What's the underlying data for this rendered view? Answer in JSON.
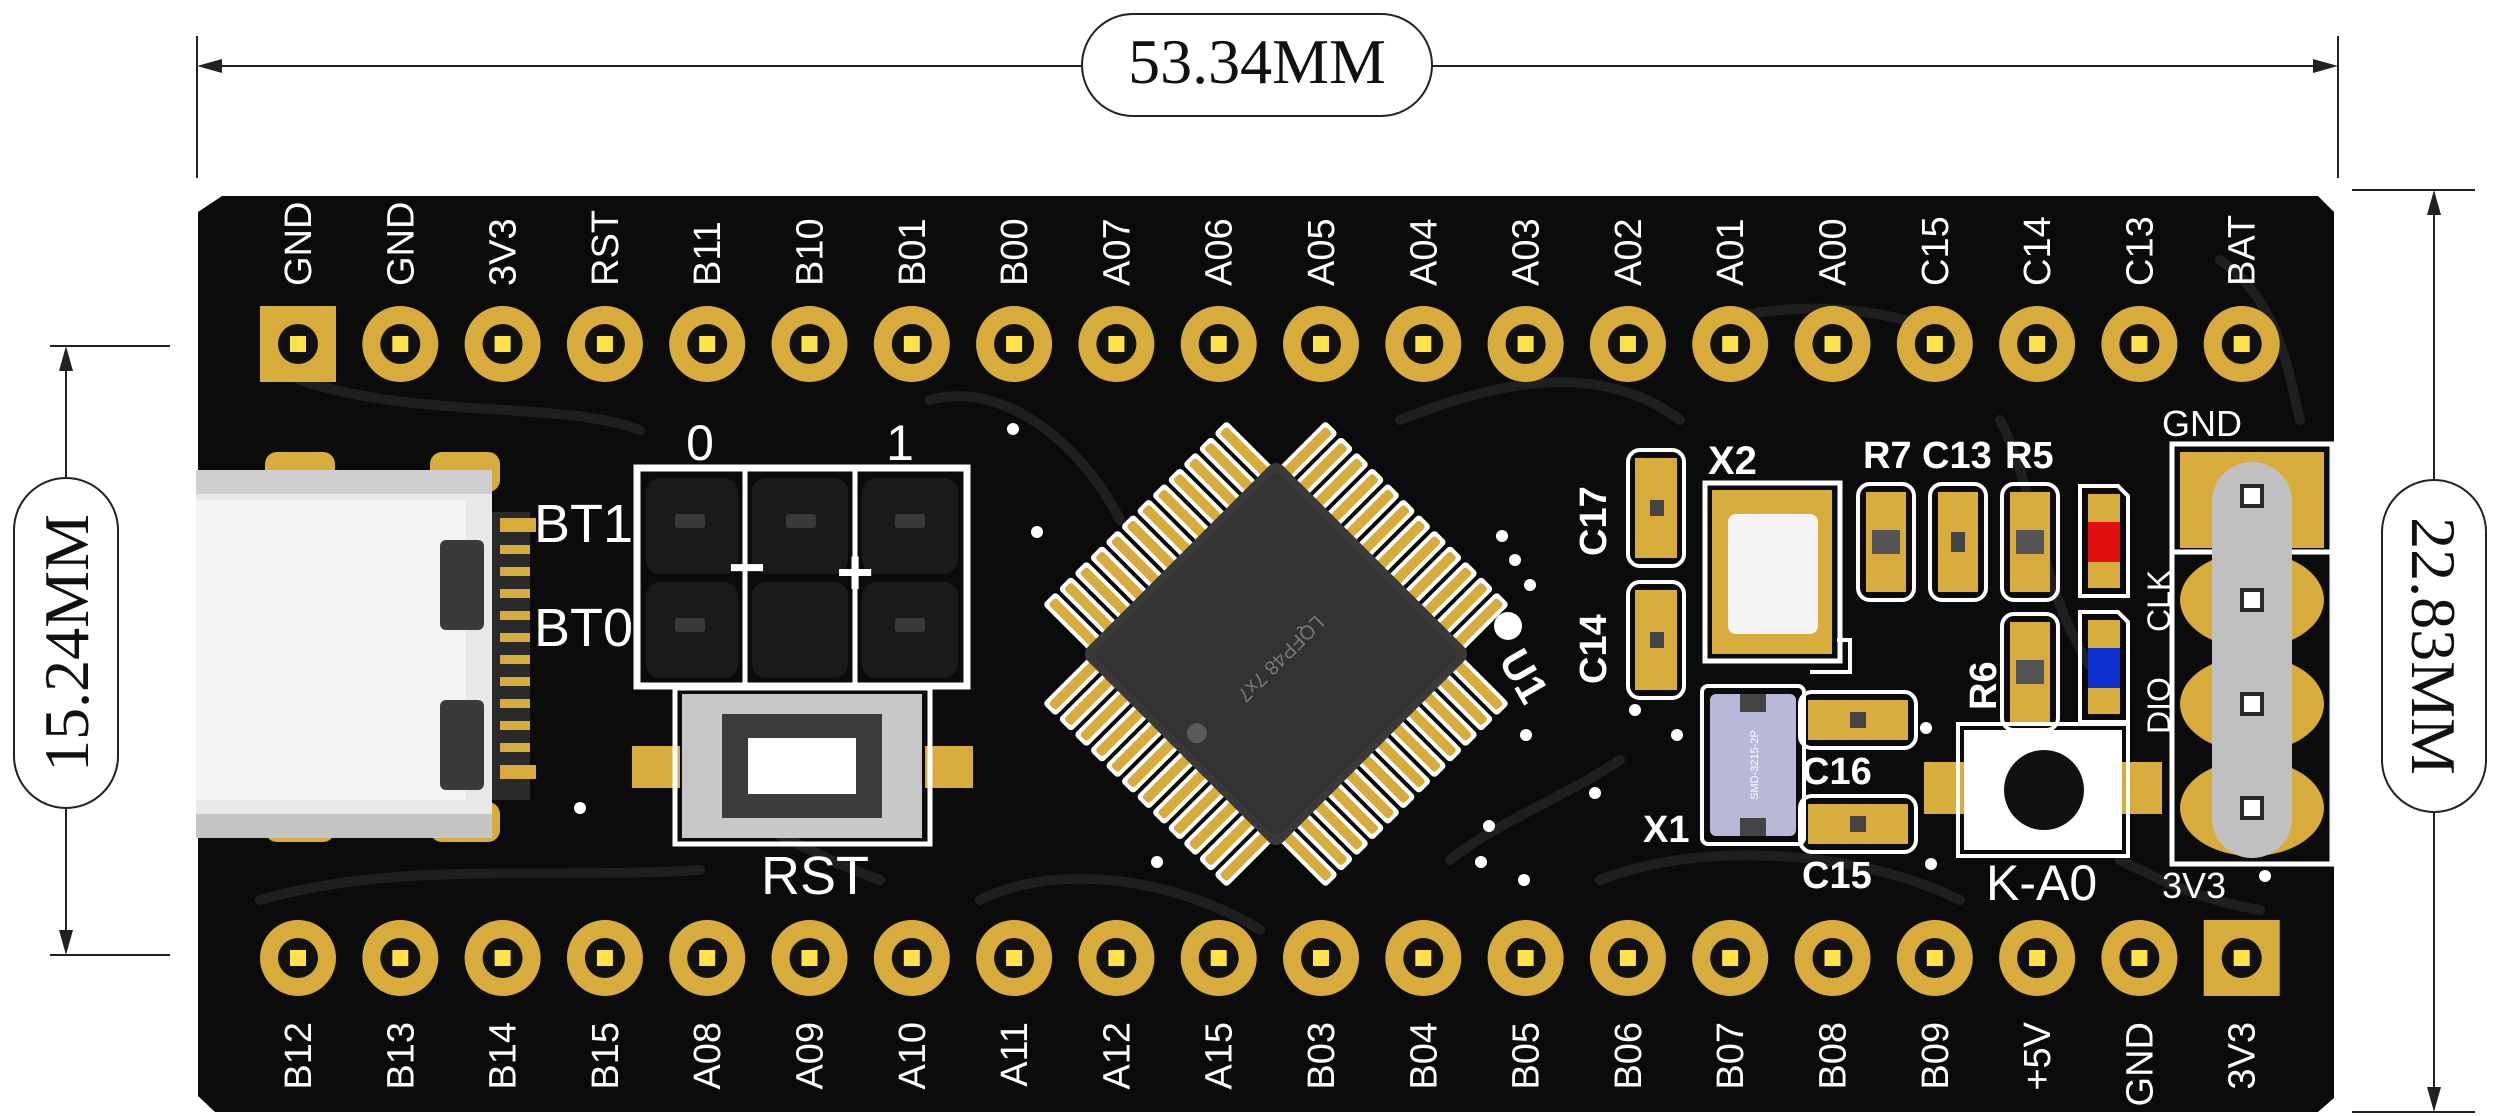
{
  "dimensions": {
    "width_label": "53.34MM",
    "pin_span_label": "15.24MM",
    "height_label": "22.83MM"
  },
  "board": {
    "top_pins": [
      "GND",
      "GND",
      "3V3",
      "RST",
      "B11",
      "B10",
      "B01",
      "B00",
      "A07",
      "A06",
      "A05",
      "A04",
      "A03",
      "A02",
      "A01",
      "A00",
      "C15",
      "C14",
      "C13",
      "BAT"
    ],
    "bottom_pins": [
      "B12",
      "B13",
      "B14",
      "B15",
      "A08",
      "A09",
      "A10",
      "A11",
      "A12",
      "A15",
      "B03",
      "B04",
      "B05",
      "B06",
      "B07",
      "B08",
      "B09",
      "+5V",
      "GND",
      "3V3"
    ],
    "boot_jumper": {
      "col_left": "0",
      "col_right": "1",
      "row_top": "BT1",
      "row_bottom": "BT0",
      "minus": "−",
      "plus": "+"
    },
    "reset_button_label": "RST",
    "key_button_label": "K-A0",
    "chip": {
      "designator": "U1",
      "marking": "LQFP48 7x7"
    },
    "crystal_small": "X2",
    "crystal_large": {
      "designator": "X1",
      "marking": "SMD-3215-2P"
    },
    "caps": {
      "c17": "C17",
      "c14": "C14",
      "c13": "C13",
      "c16": "C16",
      "c15": "C15"
    },
    "resistors": {
      "r7": "R7",
      "r5": "R5",
      "r6": "R6"
    },
    "swd_header": {
      "top": "GND",
      "clk": "CLK",
      "dio": "DIO",
      "bottom": "3V3"
    },
    "colors": {
      "board": "#0b0b0b",
      "gold": "#d8ac3c",
      "silk": "#ffffff",
      "led_red": "#e01010",
      "led_blue": "#1030d0"
    }
  }
}
